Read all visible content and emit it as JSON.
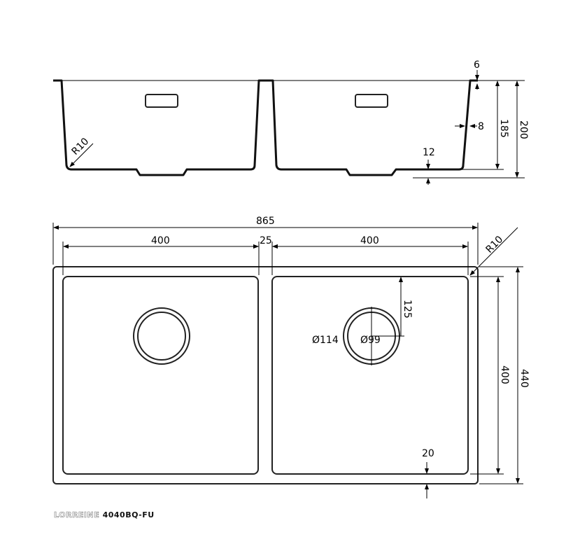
{
  "drawing": {
    "side_view": {
      "dim_top_flange": "6",
      "dim_wall": "8",
      "dim_inner_depth": "185",
      "dim_total_depth": "200",
      "dim_bottom": "12",
      "radius": "R10"
    },
    "plan_view": {
      "dim_total_width": "865",
      "dim_left_bowl": "400",
      "dim_divider": "25",
      "dim_right_bowl": "400",
      "radius": "R10",
      "dim_drain_offset": "125",
      "drain_outer": "Ø114",
      "drain_inner": "Ø99",
      "dim_bowl_length": "400",
      "dim_total_length": "440",
      "dim_edge": "20"
    }
  },
  "brand": {
    "name": "LORREINE",
    "model": "4040BQ-FU"
  }
}
